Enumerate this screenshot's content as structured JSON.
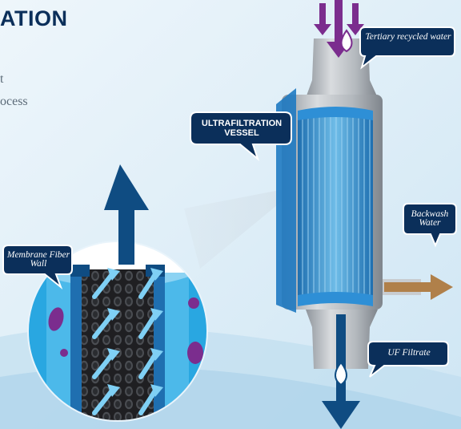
{
  "header": {
    "title": "ATION",
    "subtitle_line1": "t",
    "subtitle_line2": "ocess"
  },
  "labels": {
    "tertiary": "Tertiary recycled water",
    "vessel": "ULTRAFILTRATION VESSEL",
    "membrane": "Membrane Fiber Wall",
    "backwash": "Backwash Water",
    "filtrate": "UF Filtrate"
  },
  "colors": {
    "background": "#e7f3fa",
    "navy": "#0b2f5a",
    "deep_blue": "#114e82",
    "sky": "#29a7e1",
    "purple": "#6b2a8c",
    "vessel_grey": "#b8bcc2",
    "backwash_brown": "#b0804a"
  }
}
